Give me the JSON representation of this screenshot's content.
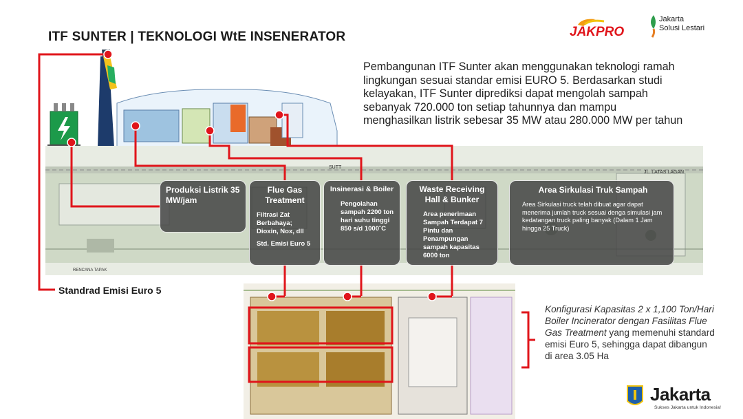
{
  "header": {
    "title": "ITF SUNTER | TEKNOLOGI WtE INSENERATOR"
  },
  "logos": {
    "jakpro": "JAKPRO",
    "jsl_line1": "Jakarta",
    "jsl_line2": "Solusi Lestari",
    "jakarta_word": "Jakarta",
    "jakarta_tagline": "Sukses Jakarta untuk Indonesia!"
  },
  "intro": {
    "text": "Pembangunan ITF Sunter akan menggunakan teknologi ramah lingkungan sesuai standar emisi EURO 5. Berdasarkan studi kelayakan, ITF Sunter diprediksi dapat mengolah sampah sebanyak 720.000 ton setiap tahunnya dan mampu menghasilkan listrik sebesar 35 MW atau 280.000 MW per tahun"
  },
  "plan_labels": {
    "sutt": "SUTT",
    "jalan": "JL. LATAS LAGAN",
    "rencana": "RENCANA TAPAK"
  },
  "cards": {
    "listrik": {
      "title": "Produksi Listrik 35 MW/jam"
    },
    "fgt": {
      "title": "Flue Gas Treatment",
      "body": "Filtrasi Zat Berbahaya; Dioxin, Nox, dll",
      "footer": "Std. Emisi Euro 5"
    },
    "boiler": {
      "title": "Insinerasi & Boiler",
      "body": "Pengolahan sampah 2200 ton hari suhu tinggi 850 s/d 1000˚C"
    },
    "bunker": {
      "title": "Waste Receiving Hall & Bunker",
      "body": "Area penerimaan Sampah Terdapat 7 Pintu dan Penampungan sampah kapasitas 6000 ton"
    },
    "truk": {
      "title": "Area Sirkulasi Truk Sampah",
      "body": "Area Sirkulasi truck telah dibuat agar dapat menerima jumlah truck sesuai denga simulasi jam kedatangan truck paling banyak (Dalam 1 Jam hingga 25 Truck)"
    }
  },
  "standard_label": "Standrad Emisi Euro 5",
  "config": {
    "italic_1": "Konfigurasi Kapasitas 2 x 1,100 Ton/Hari Boiler Incinerator dengan Fasilitas Flue Gas Treatment",
    "plain_1": " yang memenuhi standard emisi Euro 5, sehingga dapat dibangun di area 3.05 Ha"
  },
  "colors": {
    "accent_red": "#e0151b",
    "card_bg": "#4a4a4a",
    "transformer_green": "#1c9a4a",
    "chimney_navy": "#1d3b6b",
    "chimney_yellow": "#f4c21c",
    "plan_green": "#cfd9c6"
  },
  "icons": {
    "lightning": "lightning-icon",
    "jakarta_emblem": "jakarta-emblem-icon"
  }
}
